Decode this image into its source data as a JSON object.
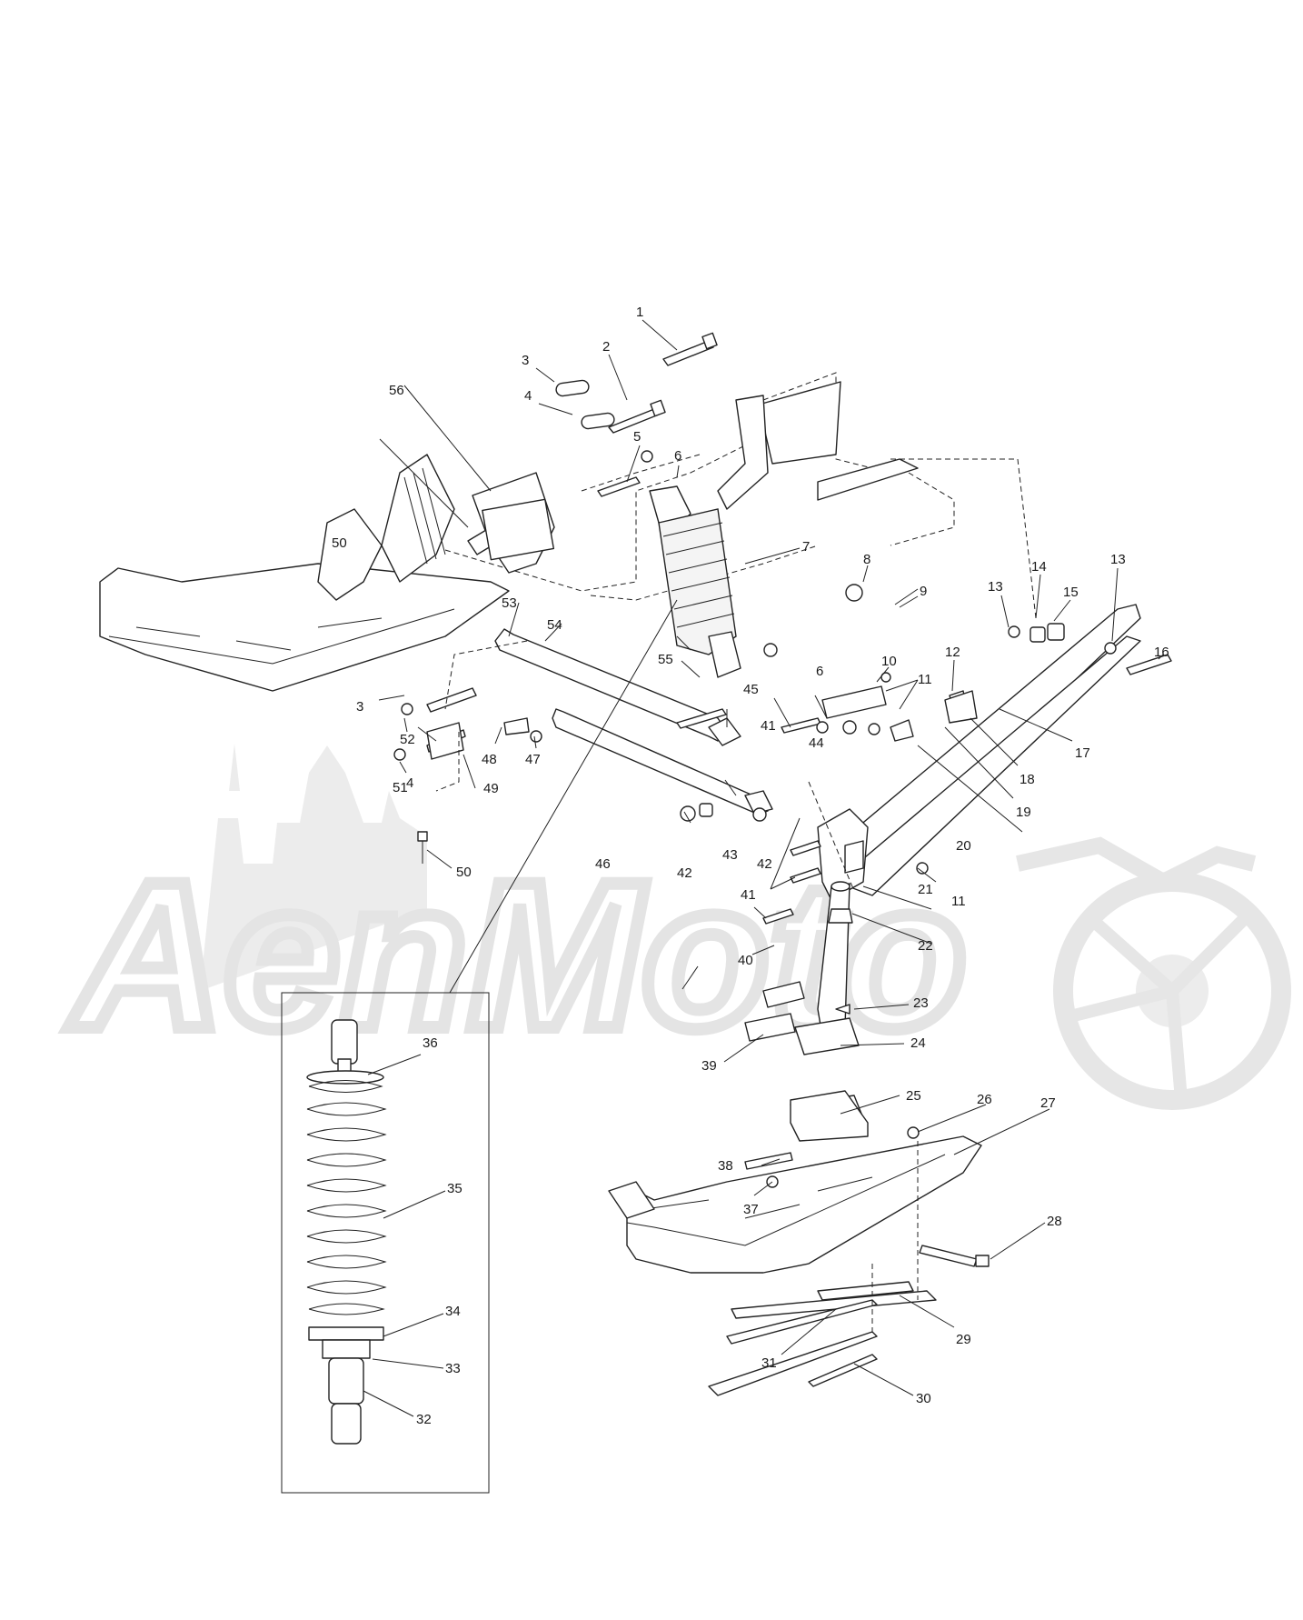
{
  "watermark": {
    "text": "AenMoto"
  },
  "labels": [
    {
      "id": "c1",
      "text": "1"
    },
    {
      "id": "c2",
      "text": "2"
    },
    {
      "id": "c3a",
      "text": "3"
    },
    {
      "id": "c4a",
      "text": "4"
    },
    {
      "id": "c5",
      "text": "5"
    },
    {
      "id": "c6a",
      "text": "6"
    },
    {
      "id": "c7",
      "text": "7"
    },
    {
      "id": "c8",
      "text": "8"
    },
    {
      "id": "c9",
      "text": "9"
    },
    {
      "id": "c10",
      "text": "10"
    },
    {
      "id": "c11a",
      "text": "11"
    },
    {
      "id": "c12",
      "text": "12"
    },
    {
      "id": "c13a",
      "text": "13"
    },
    {
      "id": "c14",
      "text": "14"
    },
    {
      "id": "c15",
      "text": "15"
    },
    {
      "id": "c13b",
      "text": "13"
    },
    {
      "id": "c16",
      "text": "16"
    },
    {
      "id": "c17",
      "text": "17"
    },
    {
      "id": "c18",
      "text": "18"
    },
    {
      "id": "c19",
      "text": "19"
    },
    {
      "id": "c20",
      "text": "20"
    },
    {
      "id": "c11b",
      "text": "11"
    },
    {
      "id": "c21",
      "text": "21"
    },
    {
      "id": "c22",
      "text": "22"
    },
    {
      "id": "c23",
      "text": "23"
    },
    {
      "id": "c24",
      "text": "24"
    },
    {
      "id": "c25",
      "text": "25"
    },
    {
      "id": "c26",
      "text": "26"
    },
    {
      "id": "c27",
      "text": "27"
    },
    {
      "id": "c28",
      "text": "28"
    },
    {
      "id": "c29",
      "text": "29"
    },
    {
      "id": "c30",
      "text": "30"
    },
    {
      "id": "c31",
      "text": "31"
    },
    {
      "id": "c32",
      "text": "32"
    },
    {
      "id": "c33",
      "text": "33"
    },
    {
      "id": "c34",
      "text": "34"
    },
    {
      "id": "c35",
      "text": "35"
    },
    {
      "id": "c36",
      "text": "36"
    },
    {
      "id": "c37",
      "text": "37"
    },
    {
      "id": "c38",
      "text": "38"
    },
    {
      "id": "c39",
      "text": "39"
    },
    {
      "id": "c40",
      "text": "40"
    },
    {
      "id": "c41a",
      "text": "41"
    },
    {
      "id": "c41b",
      "text": "41"
    },
    {
      "id": "c42a",
      "text": "42"
    },
    {
      "id": "c42b",
      "text": "42"
    },
    {
      "id": "c43",
      "text": "43"
    },
    {
      "id": "c44",
      "text": "44"
    },
    {
      "id": "c45",
      "text": "45"
    },
    {
      "id": "c46",
      "text": "46"
    },
    {
      "id": "c47",
      "text": "47"
    },
    {
      "id": "c48",
      "text": "48"
    },
    {
      "id": "c49",
      "text": "49"
    },
    {
      "id": "c50a",
      "text": "50"
    },
    {
      "id": "c50b",
      "text": "50"
    },
    {
      "id": "c51",
      "text": "51"
    },
    {
      "id": "c52",
      "text": "52"
    },
    {
      "id": "c3b",
      "text": "3"
    },
    {
      "id": "c4b",
      "text": "4"
    },
    {
      "id": "c53",
      "text": "53"
    },
    {
      "id": "c54",
      "text": "54"
    },
    {
      "id": "c55",
      "text": "55"
    },
    {
      "id": "c6b",
      "text": "6"
    },
    {
      "id": "c56",
      "text": "56"
    }
  ]
}
